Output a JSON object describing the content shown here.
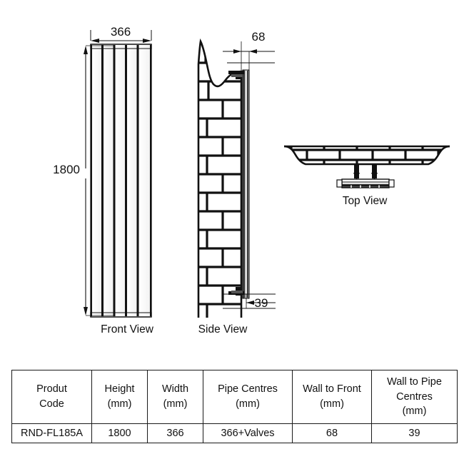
{
  "drawing": {
    "front_view": {
      "label": "Front View",
      "width_dim": "366",
      "height_dim": "1800",
      "panel_count": 5
    },
    "side_view": {
      "label": "Side View",
      "wall_to_front_dim": "68",
      "wall_to_pipe_dim": "39"
    },
    "top_view": {
      "label": "Top View"
    },
    "colors": {
      "line": "#111111",
      "fill": "#ffffff",
      "shade": "#4d4d4d"
    }
  },
  "table": {
    "headers": [
      {
        "line1": "Produt",
        "line2": "Code"
      },
      {
        "line1": "Height",
        "line2": "(mm)"
      },
      {
        "line1": "Width",
        "line2": "(mm)"
      },
      {
        "line1": "Pipe Centres",
        "line2": "(mm)"
      },
      {
        "line1": "Wall to Front",
        "line2": "(mm)"
      },
      {
        "line1": "Wall to Pipe Centres",
        "line2": "(mm)"
      }
    ],
    "header_wall_to_pipe": {
      "line0": "Wall to Pipe",
      "line1": "Centres",
      "line2": "(mm)"
    },
    "rows": [
      {
        "product_code": "RND-FL185A",
        "height": "1800",
        "width": "366",
        "pipe_centres": "366+Valves",
        "wall_to_front": "68",
        "wall_to_pipe_centres": "39"
      }
    ]
  }
}
